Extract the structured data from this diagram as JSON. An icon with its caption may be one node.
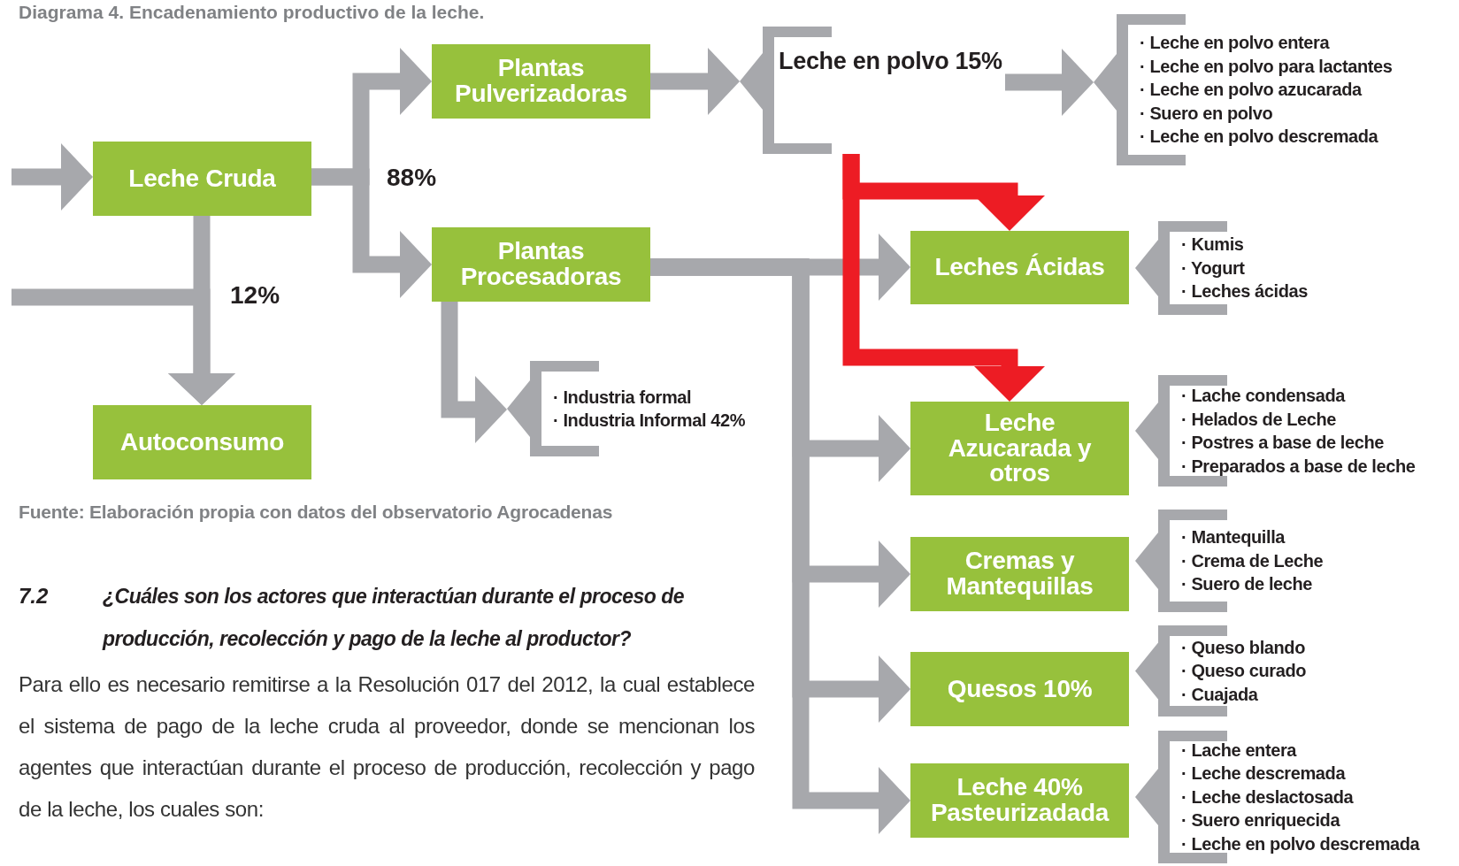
{
  "diagram": {
    "title": "Diagrama 4. Encadenamiento productivo de la leche.",
    "caption": "Fuente: Elaboración propia con datos del observatorio Agrocadenas",
    "nodes": [
      {
        "text": [
          "Leche Cruda"
        ]
      },
      {
        "text": [
          "Plantas Pulverizadoras"
        ]
      },
      {
        "text": [
          "Plantas Procesadoras"
        ]
      },
      {
        "text": [
          "Autoconsumo"
        ]
      },
      {
        "text": [
          "Leche en polvo 15%"
        ]
      },
      {
        "text": [
          "· Leche en polvo entera",
          "· Leche en polvo para lactantes",
          "· Leche en polvo azucarada",
          "· Suero en polvo",
          "· Leche en polvo descremada"
        ]
      },
      {
        "text": [
          "· Industria formal",
          "· Industria Informal 42%"
        ]
      },
      {
        "text": [
          "Leches Ácidas"
        ]
      },
      {
        "text": [
          "· Kumis",
          "· Yogurt",
          "· Leches ácidas"
        ]
      },
      {
        "text": [
          "Leche Azucarada y otros"
        ]
      },
      {
        "text": [
          "· Lache condensada",
          "· Helados de Leche",
          "· Postres a base de leche",
          "· Preparados a base de leche"
        ]
      },
      {
        "text": [
          "Cremas y Mantequillas"
        ]
      },
      {
        "text": [
          "· Mantequilla",
          "· Crema de Leche",
          "· Suero de leche"
        ]
      },
      {
        "text": [
          "Quesos 10%"
        ]
      },
      {
        "text": [
          "· Queso blando",
          "· Queso curado",
          "· Cuajada"
        ]
      },
      {
        "text": [
          "Leche 40% Pasteurizadada"
        ]
      },
      {
        "text": [
          "· Lache entera",
          "· Leche descremada",
          "· Leche deslactosada",
          "· Suero enriquecida",
          "· Leche en polvo descremada"
        ]
      }
    ],
    "edges": [
      {
        "from": null,
        "to": 0,
        "arrow": "to"
      },
      {
        "from": 0,
        "to": 1,
        "arrow": "to"
      },
      {
        "from": 0,
        "to": 2,
        "arrow": "to"
      },
      {
        "from": 0,
        "to": 3,
        "arrow": "to"
      },
      {
        "from": null,
        "to": 3,
        "arrow": "to"
      },
      {
        "from": 1,
        "to": 4,
        "arrow": "to"
      },
      {
        "from": 4,
        "to": 5,
        "arrow": "to"
      },
      {
        "from": 2,
        "to": 6,
        "arrow": "to"
      },
      {
        "from": 2,
        "to": 7,
        "arrow": "to"
      },
      {
        "from": 2,
        "to": 9,
        "arrow": "to"
      },
      {
        "from": 2,
        "to": 11,
        "arrow": "to"
      },
      {
        "from": 2,
        "to": 13,
        "arrow": "to"
      },
      {
        "from": 2,
        "to": 15,
        "arrow": "to"
      },
      {
        "from": 4,
        "to": 7,
        "arrow": "to",
        "color": "#ed1c24"
      },
      {
        "from": 4,
        "to": 9,
        "arrow": "to",
        "color": "#ed1c24"
      }
    ],
    "labels": [
      "88%",
      "12%",
      "7.2",
      "¿Cuáles son los actores que interactúan durante el proceso de producción, recolección y pago de la leche al productor?",
      "Para ello es necesario remitirse a la Resolución 017 del 2012, la cual establece el sistema de pago de la leche cruda al proveedor, donde se mencionan los agentes que interactúan durante el proceso de producción, recolección y pago de la leche, los cuales son:"
    ]
  }
}
